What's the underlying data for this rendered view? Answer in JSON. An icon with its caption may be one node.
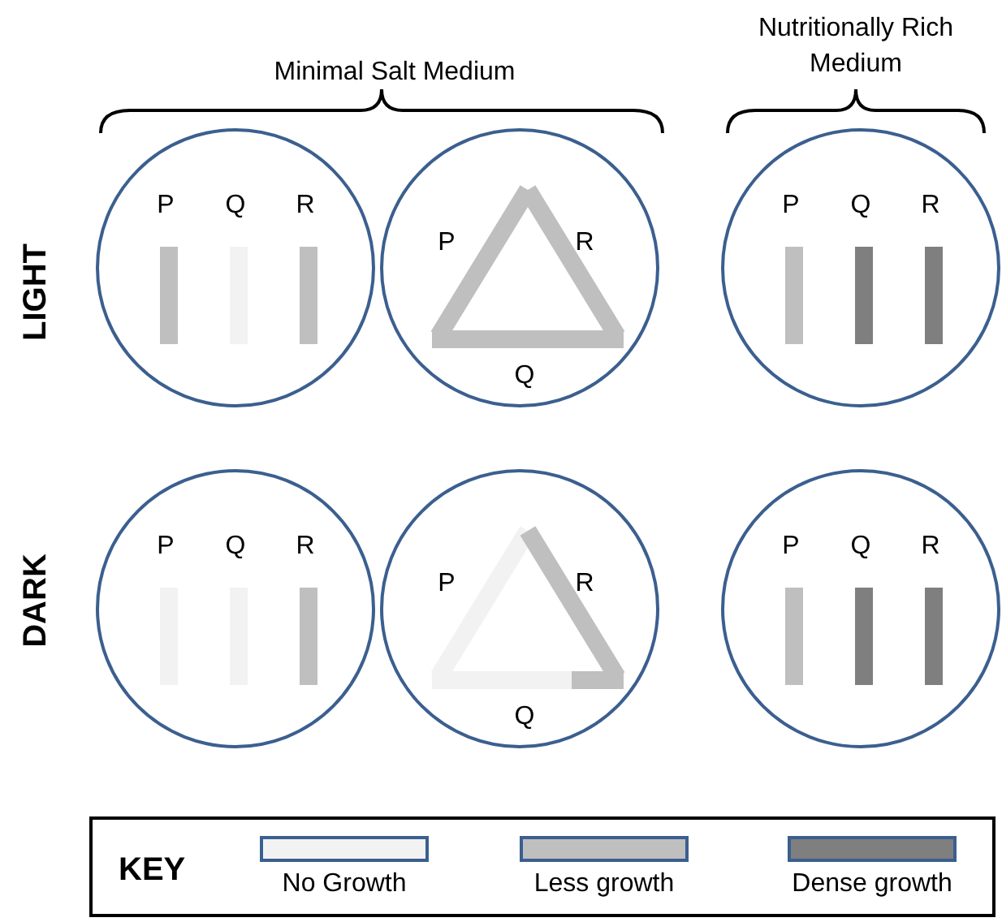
{
  "diagram": {
    "nodes": [
      {
        "text": [
          "P",
          "Q",
          "R"
        ]
      },
      {
        "text": [
          "P",
          "R",
          "Q"
        ]
      },
      {
        "text": [
          "P",
          "Q",
          "R"
        ]
      },
      {
        "text": [
          "P",
          "Q",
          "R"
        ]
      },
      {
        "text": [
          "P",
          "R",
          "Q"
        ]
      },
      {
        "text": [
          "P",
          "Q",
          "R"
        ]
      }
    ],
    "labels": [
      "Minimal Salt Medium",
      "Nutritionally Rich Medium",
      "LIGHT",
      "DARK",
      "KEY"
    ],
    "legend": [
      {
        "text": "No Growth",
        "color": "#f2f2f2"
      },
      {
        "text": "Less growth",
        "color": "#bfbfbf"
      },
      {
        "text": "Dense growth",
        "color": "#7f7f7f"
      }
    ]
  }
}
